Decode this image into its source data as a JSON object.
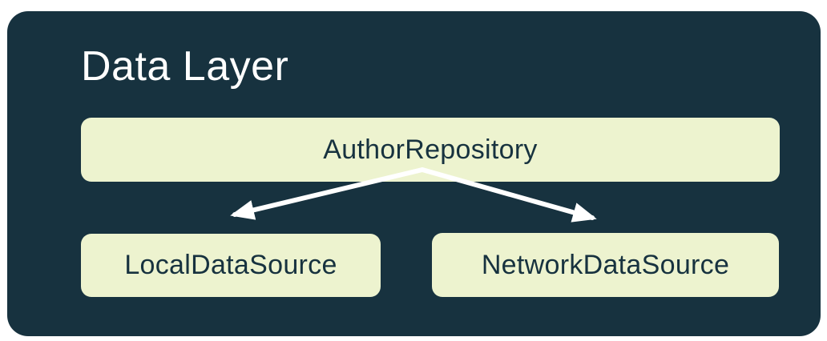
{
  "diagram": {
    "title": "Data Layer",
    "nodes": [
      {
        "id": "author-repository",
        "label": "AuthorRepository"
      },
      {
        "id": "local-data-source",
        "label": "LocalDataSource"
      },
      {
        "id": "network-data-source",
        "label": "NetworkDataSource"
      }
    ],
    "edges": [
      {
        "from": "AuthorRepository",
        "to": "LocalDataSource"
      },
      {
        "from": "AuthorRepository",
        "to": "NetworkDataSource"
      }
    ],
    "colors": {
      "page_background": "#ffffff",
      "container_background": "#17323f",
      "node_background": "#edf3cf",
      "node_text": "#17323f",
      "title_text": "#ffffff",
      "arrow": "#ffffff"
    }
  }
}
